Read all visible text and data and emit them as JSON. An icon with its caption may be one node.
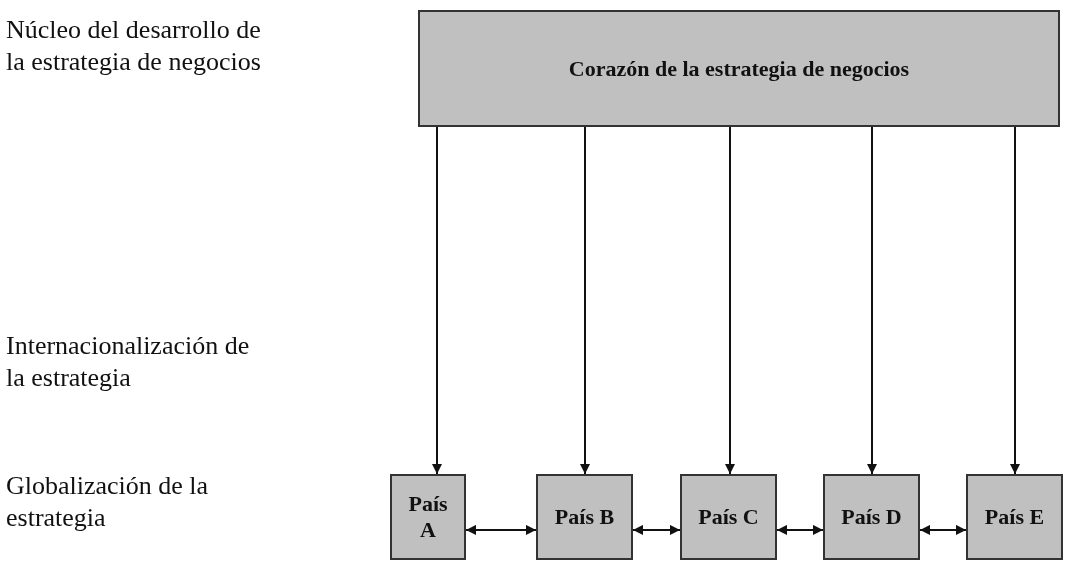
{
  "diagram": {
    "nodes": [
      {
        "text": [
          "Corazón de la estrategia de negocios"
        ]
      },
      {
        "text": [
          "País A"
        ]
      },
      {
        "text": [
          "País B"
        ]
      },
      {
        "text": [
          "País C"
        ]
      },
      {
        "text": [
          "País D"
        ]
      },
      {
        "text": [
          "País E"
        ]
      }
    ],
    "edges": [
      {
        "from": 0,
        "to": 1,
        "arrow": "to"
      },
      {
        "from": 0,
        "to": 2,
        "arrow": "to"
      },
      {
        "from": 0,
        "to": 3,
        "arrow": "to"
      },
      {
        "from": 0,
        "to": 4,
        "arrow": "to"
      },
      {
        "from": 0,
        "to": 5,
        "arrow": "to"
      },
      {
        "from": 1,
        "to": 2,
        "arrow": "both"
      },
      {
        "from": 2,
        "to": 3,
        "arrow": "both"
      },
      {
        "from": 3,
        "to": 4,
        "arrow": "both"
      },
      {
        "from": 4,
        "to": 5,
        "arrow": "both"
      }
    ],
    "labels": [
      "Núcleo del desarrollo de la estrategia de negocios",
      "Internacionalización de la estrategia",
      "Globalización de la estrategia"
    ]
  }
}
